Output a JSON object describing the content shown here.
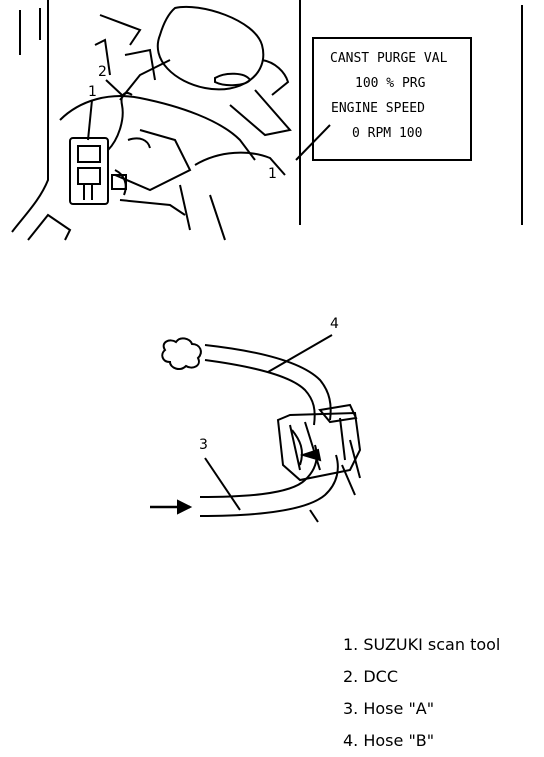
{
  "scan_tool_display": {
    "line1": "CANST PURGE VAL",
    "line2": "100  %  PRG",
    "line3": "ENGINE SPEED",
    "line4": "0  RPM  100"
  },
  "callouts": {
    "top_1": "1",
    "top_2": "2",
    "display_1": "1",
    "hose_3": "3",
    "hose_4": "4"
  },
  "legend": [
    "1. SUZUKI scan tool",
    "2. DCC",
    "3. Hose \"A\"",
    "4. Hose \"B\""
  ]
}
